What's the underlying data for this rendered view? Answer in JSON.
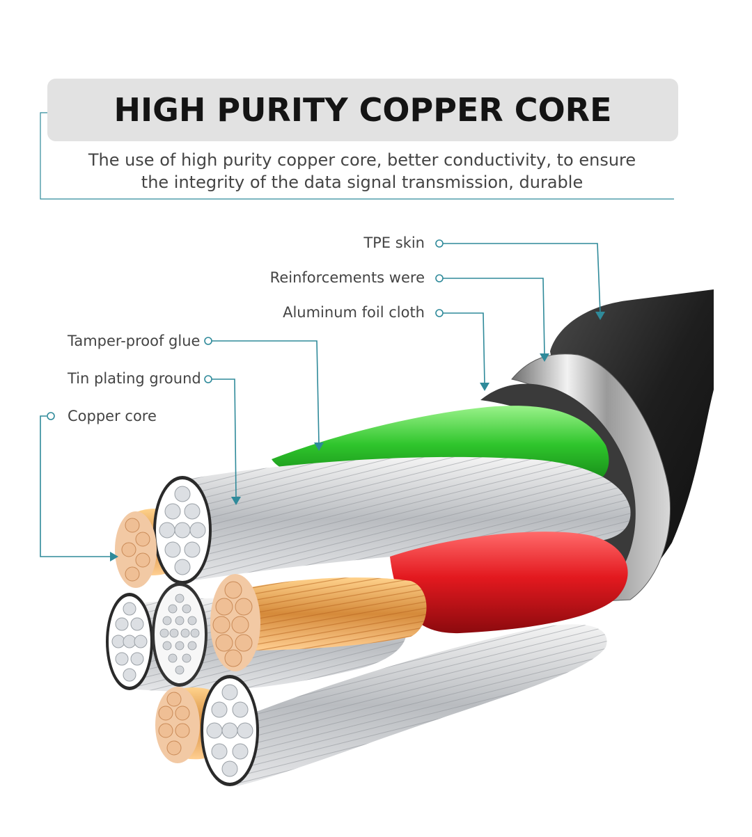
{
  "title": "HIGH PURITY COPPER CORE",
  "subtitle_lines": [
    "The use of high purity copper core, better conductivity, to ensure",
    "the integrity of the data signal transmission, durable"
  ],
  "labels": {
    "tpe_skin": "TPE skin",
    "reinforcements": "Reinforcements were",
    "aluminum_foil": "Aluminum foil cloth",
    "tamper_proof_glue": "Tamper-proof glue",
    "tin_plating": "Tin plating ground",
    "copper_core": "Copper core"
  },
  "colors": {
    "callout_line": "#2f8a9a",
    "title_bg": "#e2e2e2",
    "green_sheath": "#3fcf3a",
    "red_sheath": "#e3191f",
    "copper": "#e8a878",
    "silver": "#cfd2d6",
    "jacket": "#2a2a2a"
  }
}
